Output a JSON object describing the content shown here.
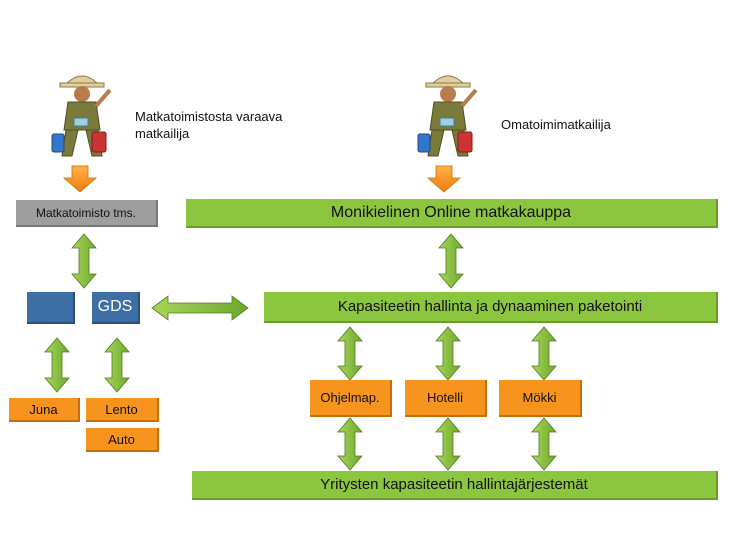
{
  "travellers": {
    "left_label": "Matkatoimistosta varaava matkailija",
    "right_label": "Omatoimimatkailija"
  },
  "boxes": {
    "agency": "Matkatoimisto tms.",
    "online_shop": "Monikielinen Online matkakauppa",
    "blue_blank": "",
    "gds": "GDS",
    "capacity": "Kapasiteetin hallinta ja dynaaminen paketointi",
    "train": "Juna",
    "flight": "Lento",
    "car": "Auto",
    "program": "Ohjelmap.",
    "hotel": "Hotelli",
    "cottage": "Mökki",
    "company_systems": "Yritysten kapasiteetin hallintajärjestemät"
  },
  "colors": {
    "green": "#8cc63f",
    "orange": "#f7941d",
    "gray": "#9e9e9e",
    "blue": "#3d6fa5"
  }
}
